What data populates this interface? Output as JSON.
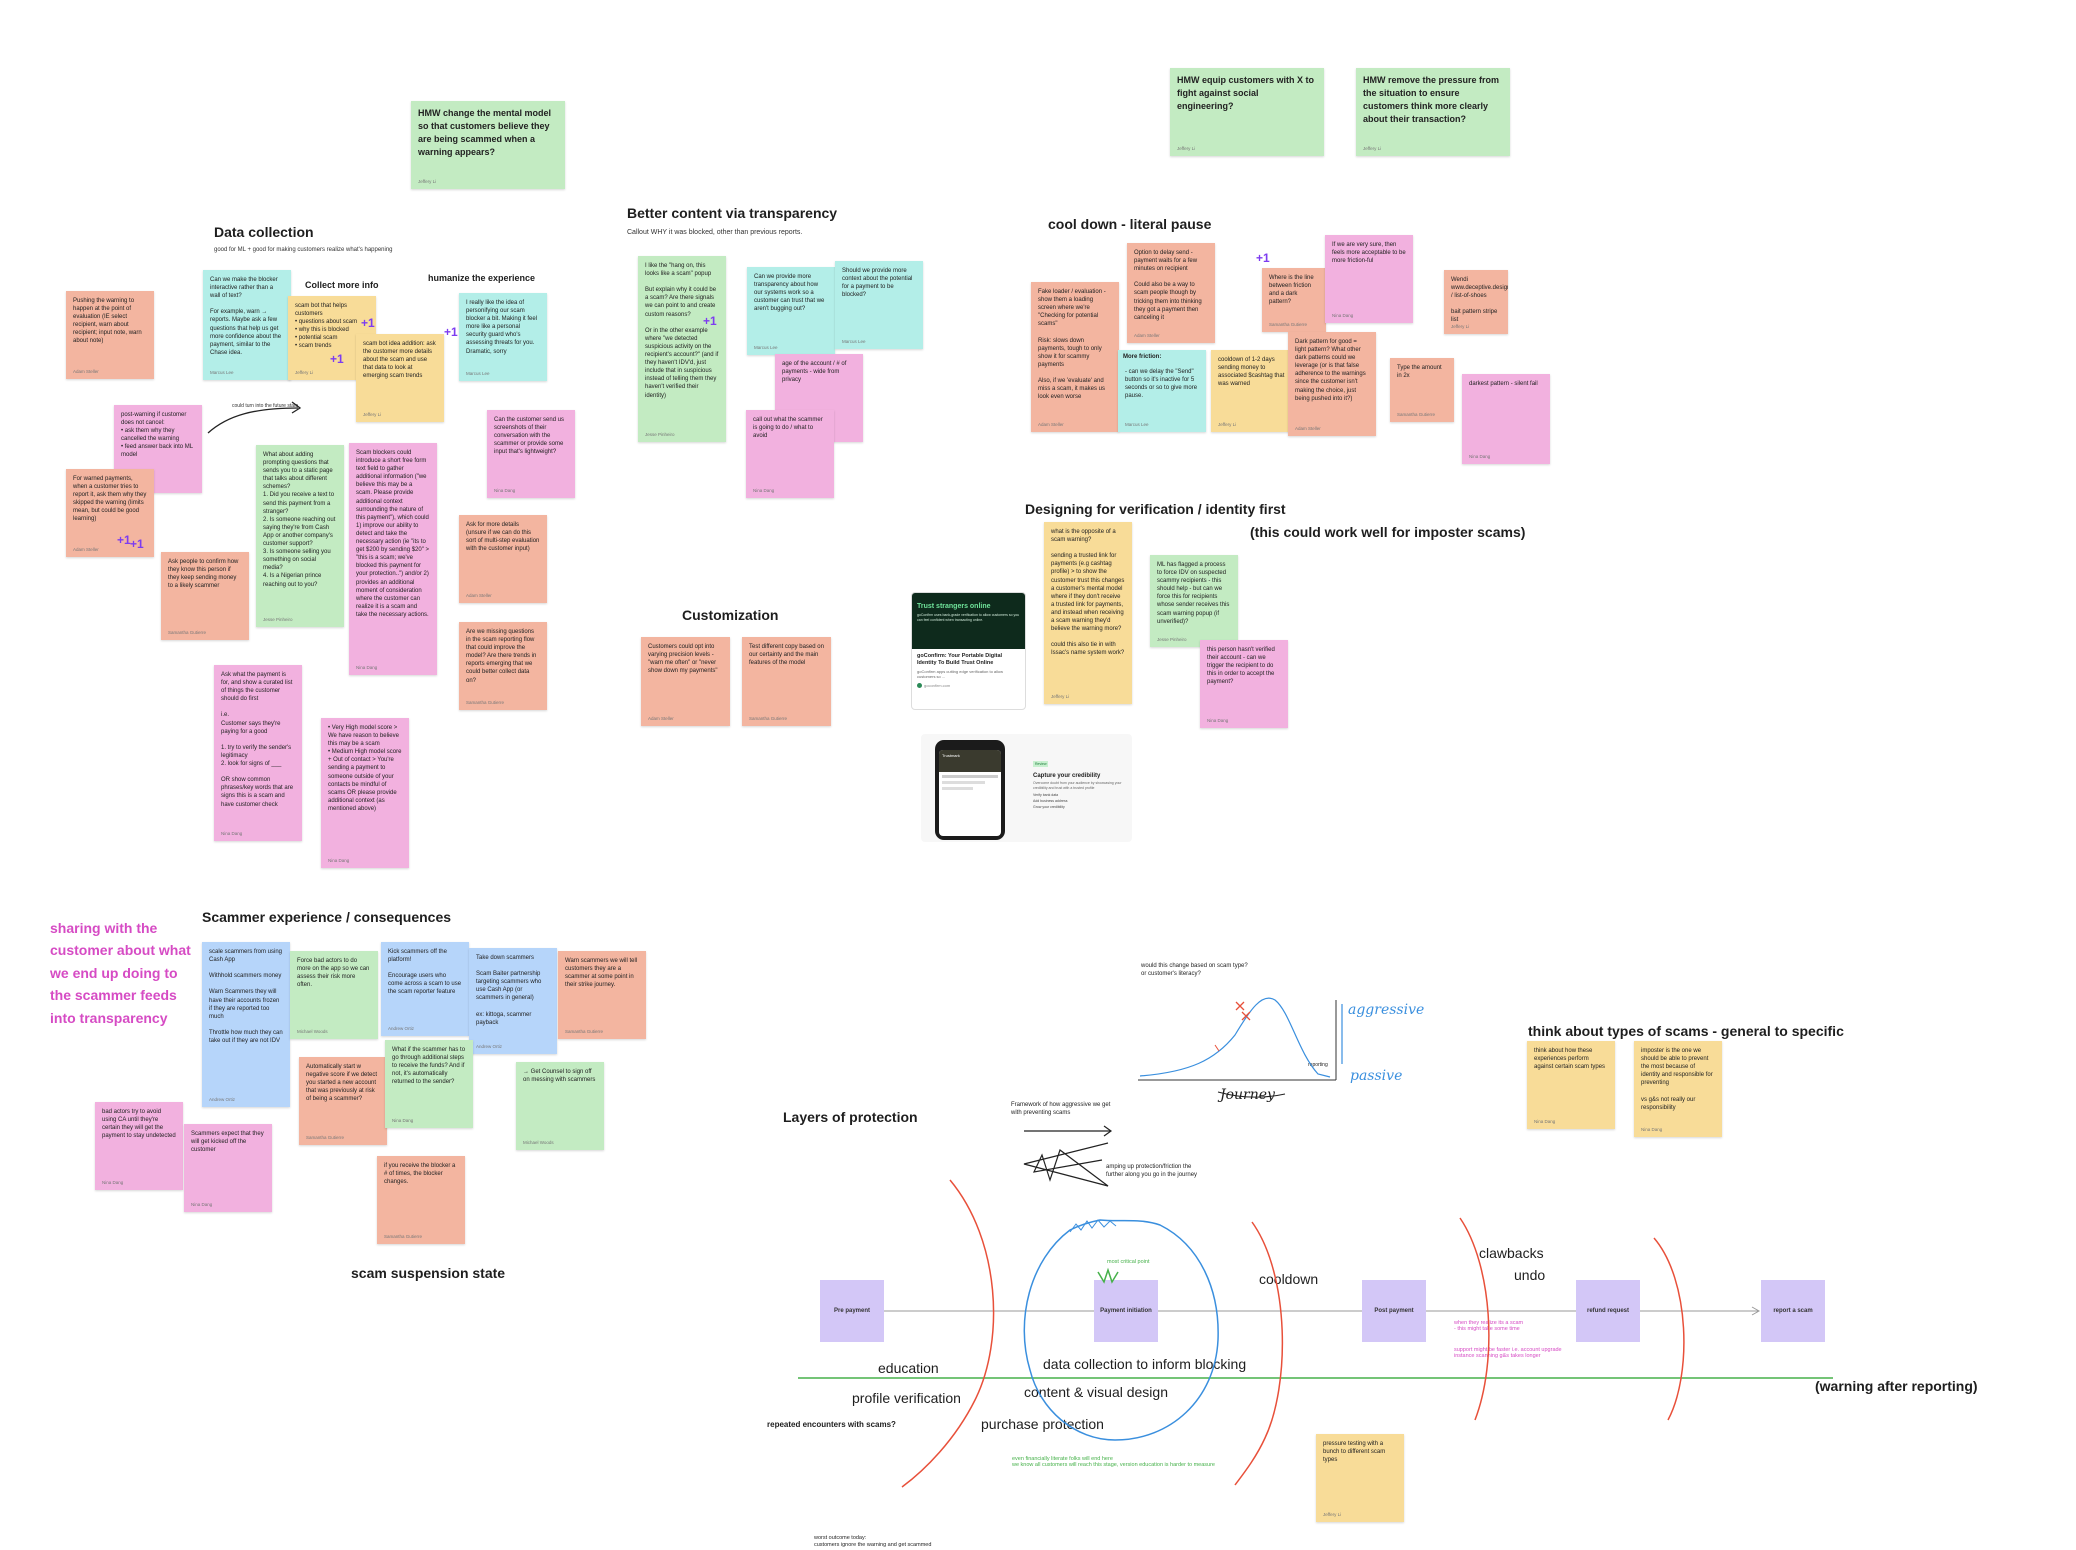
{
  "colors": {
    "green": "#c3ebc2",
    "salmon": "#f3b5a0",
    "pink": "#f2b1df",
    "yellow": "#f8dc98",
    "cyan": "#b3eee8",
    "blue": "#b6d5fa",
    "stage": "#d3c7f7",
    "accent_pink": "#d64bc4",
    "accent_red": "#e8503a",
    "accent_blue": "#3a8fde",
    "accent_green": "#46b14a",
    "badge_purple": "#7d3cf0"
  },
  "hmw": {
    "mental_model": "HMW change the mental model so that customers believe they are being scammed when a warning appears?",
    "social_engineering": "HMW equip customers with X to fight against social engineering?",
    "pressure": "HMW remove the pressure from the situation to ensure customers think more clearly about their transaction?"
  },
  "sections": {
    "data_collection": "Data collection",
    "data_collection_sub": "good for ML + good for making customers realize what's happening",
    "collect_more_info": "Collect more info",
    "humanize": "humanize the experience",
    "better_content": "Better content via transparency",
    "better_content_sub": "Callout WHY it was blocked, other than previous reports.",
    "cool_down": "cool down - literal pause",
    "more_friction": "More friction:",
    "verification": "Designing for verification / identity first",
    "verification_sub": "(this could work well for imposter scams)",
    "customization": "Customization",
    "scammer_experience": "Scammer experience / consequences",
    "scam_suspension": "scam suspension state",
    "types_of_scams": "think about types of scams - general to specific",
    "layers": "Layers of protection",
    "sharing": "sharing with the\ncustomer about what\nwe end up doing to\nthe scammer feeds\ninto transparency"
  },
  "stickies": [
    {
      "id": "dc-1",
      "text": "Pushing the warning to happen at the point of evaluation (IE select recipient, warn about recipient; input note, warn about note)",
      "author": "Adam Steller"
    },
    {
      "id": "dc-2",
      "text": "Can we make the blocker interactive rather than a wall of text?\n\nFor example, warn → reports. Maybe ask a few questions that help us get more confidence about the payment, similar to the Chase idea.",
      "author": "Marcus Lee"
    },
    {
      "id": "dc-3",
      "text": "scam bot that helps customers\n• questions about scam\n• why this is blocked\n• potential scam\n• scam trends",
      "author": "Jeffery Li"
    },
    {
      "id": "dc-4",
      "text": "scam bot idea addition: ask the customer more details about the scam and use that data to look at emerging scam trends",
      "author": "Jeffery Li"
    },
    {
      "id": "dc-5",
      "text": "I really like the idea of personifying our scam blocker a bit. Making it feel more like a personal security guard who's assessing threats for you. Dramatic, sorry",
      "author": "Marcus Lee"
    },
    {
      "id": "dc-6",
      "text": "post-warning if customer does not cancel:\n• ask them why they cancelled the warning\n• feed answer back into ML model",
      "author": "Nina Dang"
    },
    {
      "id": "dc-7",
      "text": "For warned payments, when a customer tries to report it, ask them why they skipped the warning (limits mean, but could be good learning)",
      "author": "Adam Steller"
    },
    {
      "id": "dc-8",
      "text": "What about adding prompting questions that sends you to a static page that talks about different schemes?\n1. Did you receive a text to send this payment from a stranger?\n2. Is someone reaching out saying they're from Cash App or another company's customer support?\n3. Is someone selling you something on social media?\n4. Is a Nigerian prince reaching out to you?",
      "author": "Jesse Pinheiro"
    },
    {
      "id": "dc-9",
      "text": "Scam blockers could introduce a short free form text field to gather additional information (\"we believe this may be a scam. Please provide additional context surrounding the nature of this payment\"), which could 1) improve our ability to detect and take the necessary action (ie \"its to get $200 by sending $20\" > \"this is a scam; we've blocked this payment for your protection..\") and/or 2) provides an additional moment of consideration where the customer can realize it is a scam and take the necessary actions.",
      "author": "Nina Dang"
    },
    {
      "id": "dc-10",
      "text": "Can the customer send us screenshots of their conversation with the scammer or provide some input that's lightweight?",
      "author": "Nina Dang"
    },
    {
      "id": "dc-11",
      "text": "Ask for more details (unsure if we can do this sort of multi-step evaluation with the customer input)",
      "author": "Adam Steller"
    },
    {
      "id": "dc-12",
      "text": "Are we missing questions in the scam reporting flow that could improve the model? Are there trends in reports emerging that we could better collect data on?",
      "author": "Samantha Gutierre"
    },
    {
      "id": "dc-13",
      "text": "Ask people to confirm how they know this person if they keep sending money to a likely scammer",
      "author": "Samantha Gutierre"
    },
    {
      "id": "dc-14",
      "text": "Ask what the payment is for, and show a curated list of things the customer should do first\n\ni.e.\nCustomer says they're paying for a good\n\n1. try to verify the sender's legitimacy\n2. look for signs of ___\n\nOR show common phrases/key words that are signs this is a scam and have customer check",
      "author": "Nina Dang"
    },
    {
      "id": "dc-15",
      "text": "• Very High model score > We have reason to believe this may be a scam\n• Medium High model score + Out of contact > You're sending a payment to someone outside of your contacts be mindful of scams OR please provide additional context (as mentioned above)",
      "author": "Nina Dang"
    },
    {
      "id": "bc-1",
      "text": "I like the \"hang on, this looks like a scam\" popup\n\nBut explain why it could be a scam? Are there signals we can point to and create custom reasons?\n\nOr in the other example where \"we detected suspicious activity on the recipient's account?\" (and if they haven't IDV'd, just include that in suspicious instead of telling them they haven't verified their identity)",
      "author": "Jesse Pinheiro"
    },
    {
      "id": "bc-2",
      "text": "Can we provide more transparency about how our systems work so a customer can trust that we aren't bugging out?",
      "author": "Marcus Lee"
    },
    {
      "id": "bc-3",
      "text": "Should we provide more context about the potential for a payment to be blocked?",
      "author": "Marcus Lee"
    },
    {
      "id": "bc-4",
      "text": "age of the account / # of payments - wide from privacy",
      "author": "Nina Dang"
    },
    {
      "id": "bc-5",
      "text": "call out what the scammer is going to do / what to avoid",
      "author": "Nina Dang"
    },
    {
      "id": "cd-1",
      "text": "Fake loader / evaluation - show them a loading screen where we're \"Checking for potential scams\"\n\nRisk: slows down payments, tough to only show it for scammy payments\n\nAlso, if we 'evaluate' and miss a scam, it makes us look even worse",
      "author": "Adam Steller"
    },
    {
      "id": "cd-2",
      "text": "Option to delay send - payment waits for a few minutes on recipient\n\nCould also be a way to scam people though by tricking them into thinking they got a payment then canceling it",
      "author": "Adam Steller"
    },
    {
      "id": "cd-3",
      "text": "- can we delay the \"Send\" button so it's inactive for 5 seconds or so to give more pause.",
      "author": "Marcus Lee"
    },
    {
      "id": "cd-4",
      "text": "cooldown of 1-2 days sending money to associated $cashtag that was warned",
      "author": "Jeffery Li"
    },
    {
      "id": "cd-5",
      "text": "Where is the line between friction and a dark pattern?",
      "author": "Samantha Gutierre"
    },
    {
      "id": "cd-6",
      "text": "If we are very sure, then feels more acceptable to be more friction-ful",
      "author": "Nina Dang"
    },
    {
      "id": "cd-7",
      "text": "Dark pattern for good = light pattern? What other dark patterns could we leverage (or is that false adherence to the warnings since the customer isn't making the choice, just being pushed into it?)",
      "author": "Adam Steller"
    },
    {
      "id": "cd-8",
      "text": "Wendi\nwww.deceptive.design\n/ list-of-shoes\n\nbait pattern stripe list",
      "author": "Jeffery Li"
    },
    {
      "id": "cd-9",
      "text": "Type the amount in 2x",
      "author": "Samantha Gutierre"
    },
    {
      "id": "cd-10",
      "text": "darkest pattern - silent fail",
      "author": "Nina Dang"
    },
    {
      "id": "vf-1",
      "text": "what is the opposite of a scam warning?\n\nsending a trusted link for payments (e.g cashtag profile) > to show the customer trust this changes a customer's mental model where if they don't receive a trusted link for payments, and instead when receiving a scam warning they'd believe the warning more?\n\ncould this also tie in with Issac's name system work?",
      "author": "Jeffery Li"
    },
    {
      "id": "vf-2",
      "text": "ML has flagged a process to force IDV on suspected scammy recipients - this should help - but can we force this for recipients whose sender receives this scam warning popup (if unverified)?",
      "author": "Jesse Pinheiro"
    },
    {
      "id": "vf-3",
      "text": "this person hasn't verified their account - can we trigger the recipient to do this in order to accept the payment?",
      "author": "Nina Dang"
    },
    {
      "id": "cu-1",
      "text": "Customers could opt into varying precision levels - \"warn me often\" or \"never show down my payments\"",
      "author": "Adam Steller"
    },
    {
      "id": "cu-2",
      "text": "Test different copy based on our certainty and the main features of the model",
      "author": "Samantha Gutierre"
    },
    {
      "id": "se-1",
      "text": "scale scammers from using Cash App\n\nWithhold scammers money\n\nWarn Scammers they will have their accounts frozen if they are reported too much\n\nThrottle how much they can take out if they are not IDV",
      "author": "Andrew Ortiz"
    },
    {
      "id": "se-2",
      "text": "Force bad actors to do more on the app so we can assess their risk more often.",
      "author": "Michael Woods"
    },
    {
      "id": "se-3",
      "text": "Kick scammers off the platform!\n\nEncourage users who come across a scam to use the scam reporter feature",
      "author": "Andrew Ortiz"
    },
    {
      "id": "se-4",
      "text": "Take down scammers\n\nScam Baiter partnership targeting scammers who use Cash App (or scammers in general)\n\nex: kittoga, scammer payback",
      "author": "Andrew Ortiz"
    },
    {
      "id": "se-5",
      "text": "Warn scammers we will tell customers they are a scammer at some point in their strike journey.",
      "author": "Samantha Gutierre"
    },
    {
      "id": "se-6",
      "text": "Automatically start w negative score if we detect you started a new account that was previously at risk of being a scammer?",
      "author": "Samantha Gutierre"
    },
    {
      "id": "se-7",
      "text": "What if the scammer has to go through additional steps to receive the funds? And if not, it's automatically returned to the sender?",
      "author": "Nina Dang"
    },
    {
      "id": "se-8",
      "text": "→ Get Counsel to sign off on messing with scammers",
      "author": "Michael Woods"
    },
    {
      "id": "se-9",
      "text": "bad actors try to avoid using CA until they're certain they will get the payment to stay undetected",
      "author": "Nina Dang"
    },
    {
      "id": "se-10",
      "text": "Scammers expect that they will get kicked off the customer",
      "author": "Nina Dang"
    },
    {
      "id": "se-11",
      "text": "if you receive the blocker a # of times, the blocker changes.",
      "author": "Samantha Gutierre"
    },
    {
      "id": "ts-1",
      "text": "think about how these experiences perform against certain scam types",
      "author": "Nina Dang"
    },
    {
      "id": "ts-2",
      "text": "imposter is the one we should be able to prevent the most because of identity and responsible for preventing\n\nvs g&s not really our responsibility",
      "author": "Nina Dang"
    },
    {
      "id": "lp-1",
      "text": "pressure testing with a bunch to different scam types",
      "author": "Jeffery Li"
    }
  ],
  "badges": {
    "plus_one": "+1"
  },
  "verification_card": {
    "title": "Trust strangers online",
    "desc": "goConfirm uses bank-grade verification to allow customers so you can feel confident when transacting online.",
    "link_title": "goConfirm: Your Portable Digital Identity To Build Trust Online",
    "link_desc": "goConfirm apps cutting edge verification to allow customers so ...",
    "link_domain": "goconfirm.com"
  },
  "phone_card": {
    "tag": "Review",
    "title": "Capture your credibility",
    "desc": "Overcome doubt from your audience by showcasing your credibility and trust with a trusted profile",
    "bullets": [
      "Verify bank data",
      "Add business address",
      "Grow your credibility"
    ],
    "phone_header": "Trustmark"
  },
  "misc": {
    "could_turn_into": "could turn into the future state",
    "chart_question": "would this change based on scam type?\nor customer's literacy?",
    "chart_x": "reporting",
    "aggressive": "aggressive",
    "passive": "passive",
    "journey": "Journey",
    "framework": "Framework of how aggressive we get\nwith preventing scams",
    "ramping": "amping up protection/friction the\nfurther along you go in the journey",
    "repeated": "repeated encounters with scams?",
    "worst_outcome": "worst outcome today:\ncustomers ignore the warning and get scammed",
    "education": "education",
    "profile_verification": "profile verification",
    "data_collection_blocking": "data collection to inform blocking",
    "content_visual": "content & visual design",
    "purchase_protection": "purchase protection",
    "cooldown": "cooldown",
    "clawbacks": "clawbacks",
    "undo": "undo",
    "warning_after": "(warning after reporting)",
    "most_critical": "most critical point",
    "green_note": "even financially literate folks will end here\nwe know all customers will reach this stage, version education is harder to measure",
    "pink_note_1": "when they realize its a scam\n- this might take some time",
    "pink_note_2": "support might be faster i.e. account upgrade\ninstance scanning g&s takes longer"
  },
  "journey_stages": [
    "Pre payment",
    "Payment initiation",
    "Post payment",
    "refund request",
    "report a scam"
  ]
}
